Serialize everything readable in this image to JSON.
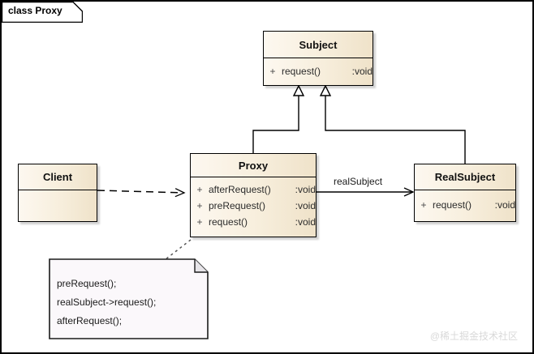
{
  "diagram": {
    "frame_label": "class Proxy",
    "watermark": "@稀土掘金技术社区",
    "colors": {
      "class_fill_light": "#FDF8F0",
      "class_fill_dark": "#EFE2C9",
      "border": "#000000",
      "note_fill": "#FBF8FB",
      "line": "#000000"
    }
  },
  "classes": {
    "subject": {
      "name": "Subject",
      "members": [
        {
          "visibility": "+",
          "signature": "request()",
          "type": ":void"
        }
      ]
    },
    "proxy": {
      "name": "Proxy",
      "members": [
        {
          "visibility": "+",
          "signature": "afterRequest()",
          "type": ":void"
        },
        {
          "visibility": "+",
          "signature": "preRequest()",
          "type": ":void"
        },
        {
          "visibility": "+",
          "signature": "request()",
          "type": ":void"
        }
      ]
    },
    "realsubject": {
      "name": "RealSubject",
      "members": [
        {
          "visibility": "+",
          "signature": "request()",
          "type": ":void"
        }
      ]
    },
    "client": {
      "name": "Client",
      "members": []
    }
  },
  "relations": {
    "proxy_to_realsubject_label": "realSubject",
    "items": [
      {
        "from": "Proxy",
        "to": "Subject",
        "kind": "generalization"
      },
      {
        "from": "RealSubject",
        "to": "Subject",
        "kind": "generalization"
      },
      {
        "from": "Client",
        "to": "Proxy",
        "kind": "dependency"
      },
      {
        "from": "Proxy",
        "to": "RealSubject",
        "kind": "association",
        "label": "realSubject"
      },
      {
        "from": "note",
        "to": "Proxy",
        "kind": "note-anchor"
      }
    ]
  },
  "note": {
    "lines": [
      "preRequest();",
      "realSubject->request();",
      "afterRequest();"
    ]
  }
}
